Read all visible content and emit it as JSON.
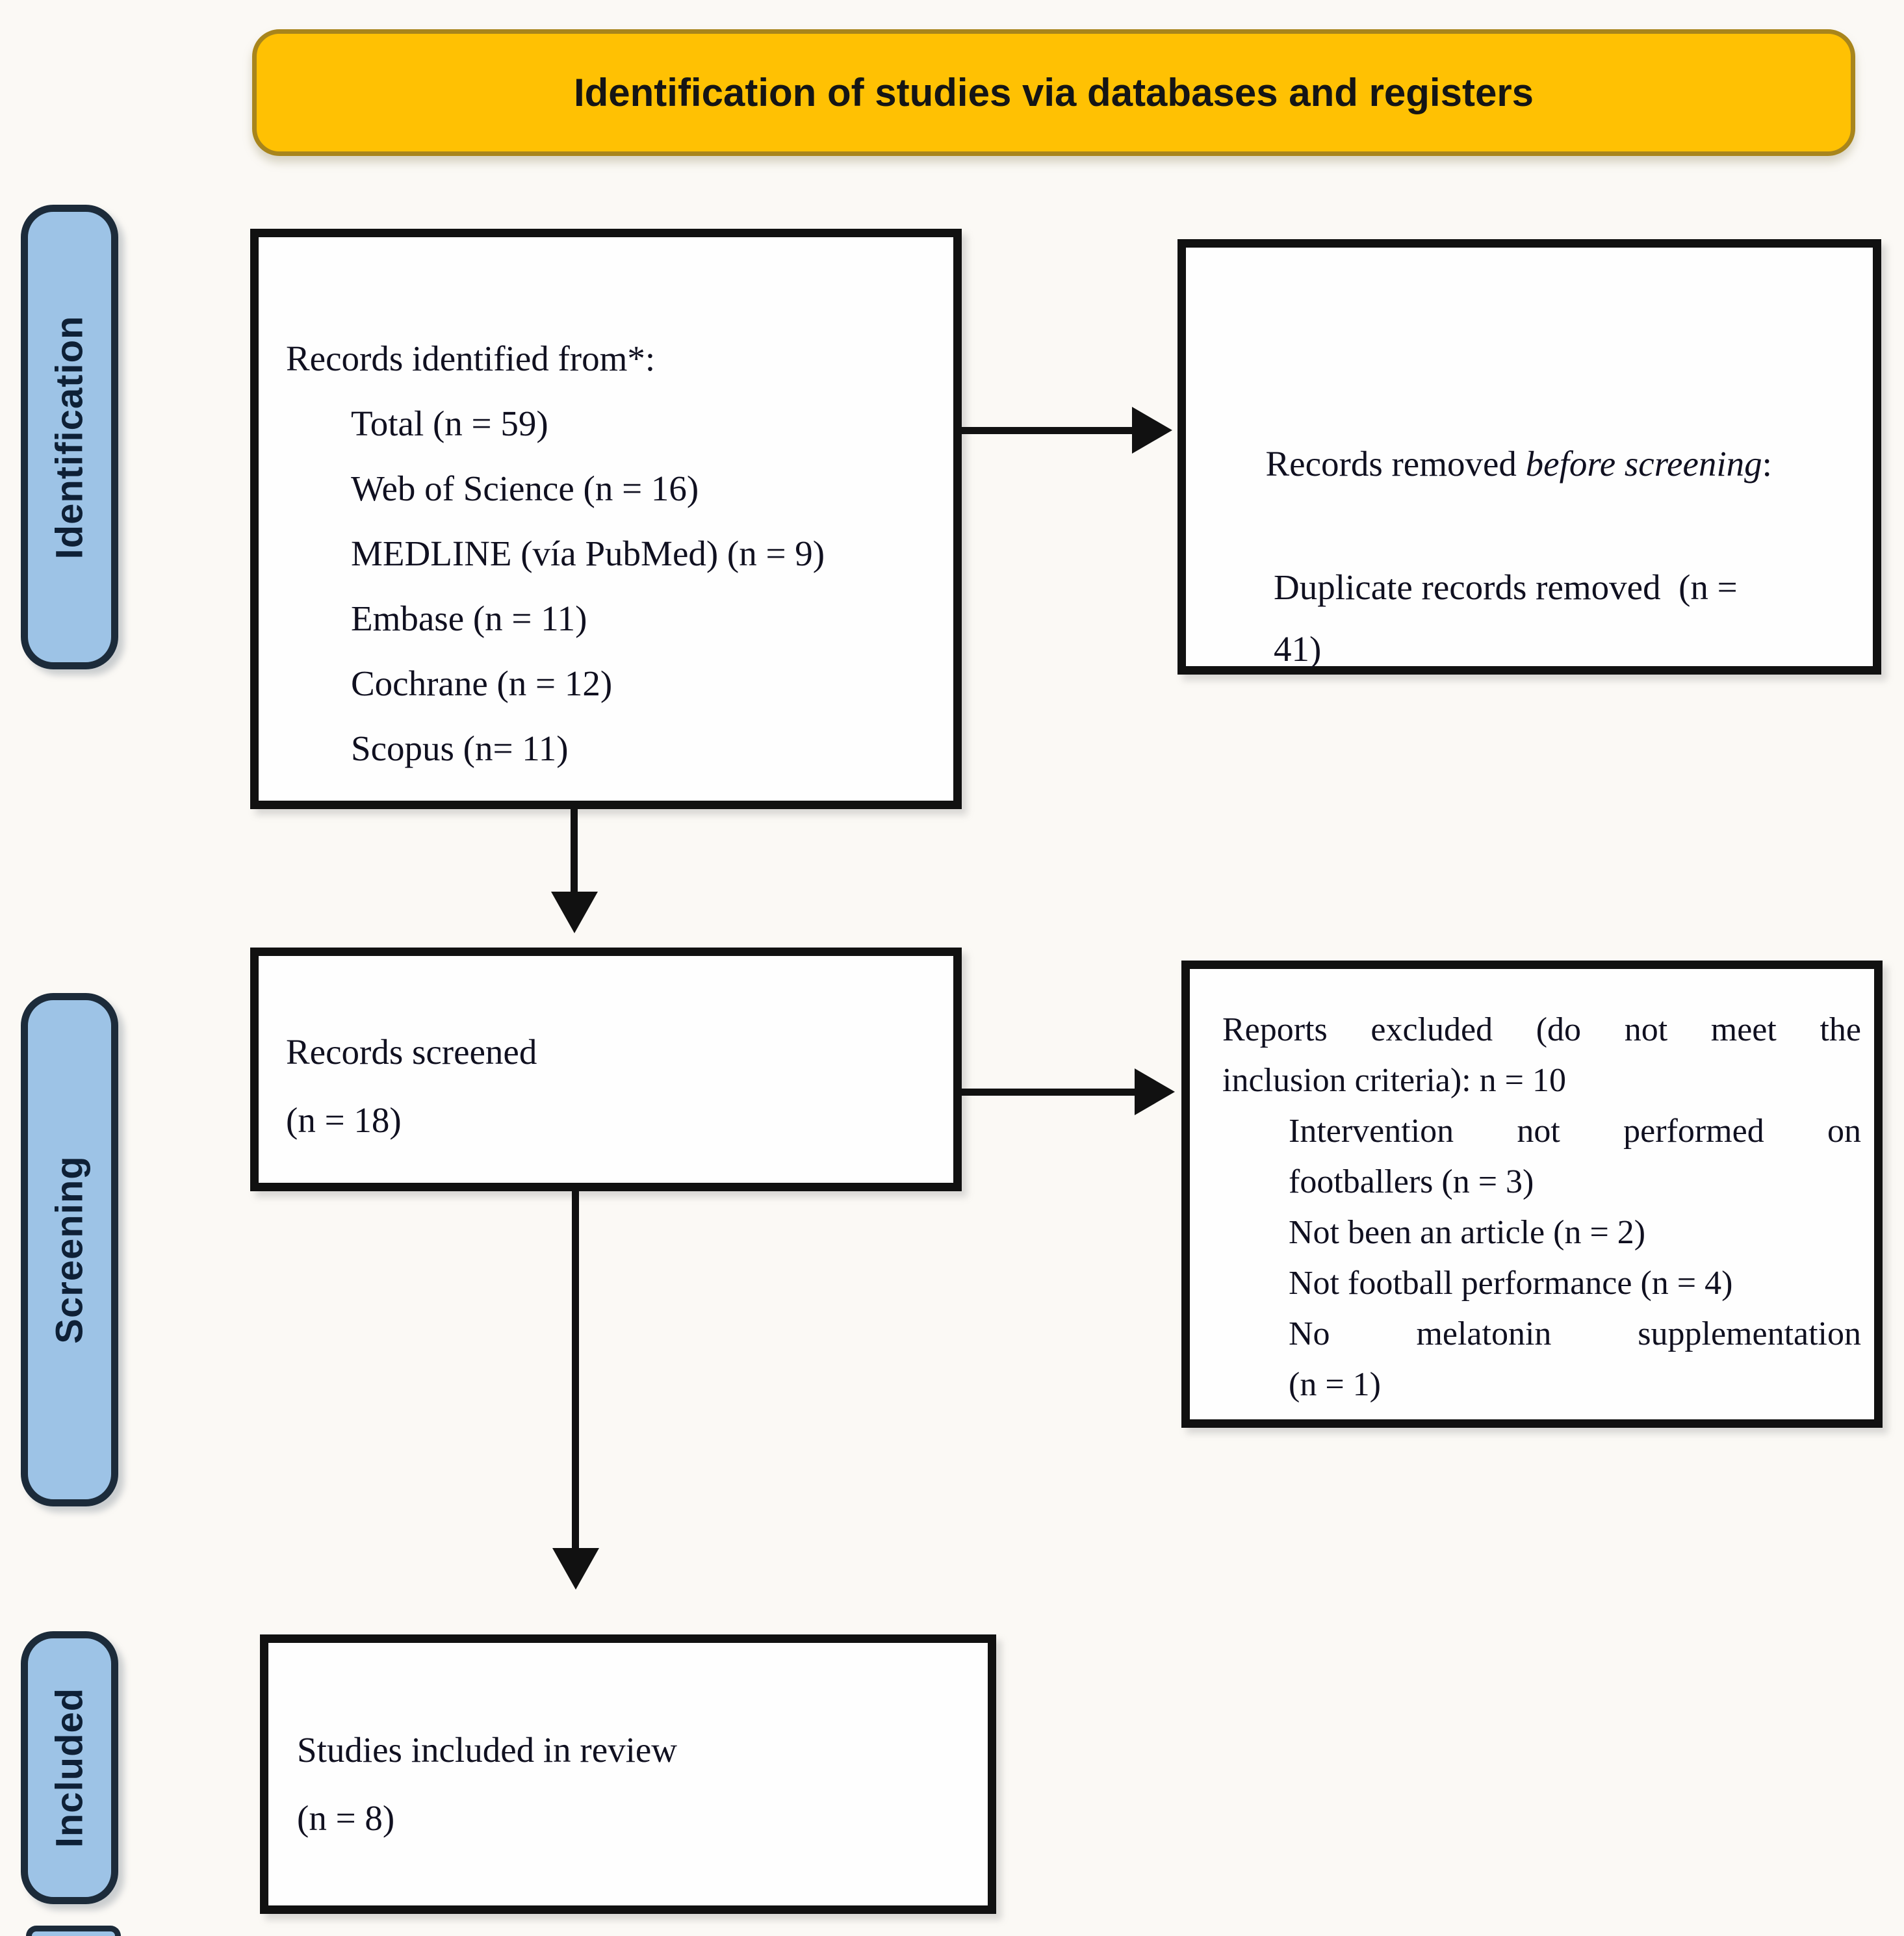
{
  "figure": {
    "banner": {
      "title": "Identification of studies via databases and registers"
    },
    "stage_labels": [
      {
        "label": "Identification"
      },
      {
        "label": "Screening"
      },
      {
        "label": "Included"
      }
    ],
    "boxes": {
      "identified": {
        "title": "Records identified from*:",
        "items": [
          "Total (n = 59)",
          "Web of Science (n = 16)",
          "MEDLINE (vía PubMed) (n = 9)",
          "Embase (n = 11)",
          "Cochrane (n = 12)",
          "Scopus (n= 11)"
        ]
      },
      "removed": {
        "line1_prefix": "Records removed ",
        "line1_italic": "before screening",
        "line1_suffix": ":",
        "wrapped_lines": [
          "Duplicate records removed  (n =",
          "41)"
        ]
      },
      "screened": {
        "lines": [
          "Records screened",
          "(n = 18)"
        ]
      },
      "excluded": {
        "lead_lines": [
          "Reports excluded (do not meet the",
          "inclusion criteria): n = 10"
        ],
        "item_lines": [
          "Intervention not performed on",
          "footballers (n = 3)",
          "Not been an article (n = 2)",
          "Not football performance (n = 4)",
          "No melatonin supplementation",
          "(n = 1)"
        ]
      },
      "included": {
        "lines": [
          "Studies included in review",
          "(n = 8)"
        ]
      }
    },
    "colors": {
      "banner_bg": "#FFC103",
      "banner_border": "#A8851C",
      "label_bg": "#9DC3E6",
      "label_border": "#1C2B3A",
      "box_border": "#111111",
      "arrow": "#111111",
      "text": "#101020"
    }
  }
}
